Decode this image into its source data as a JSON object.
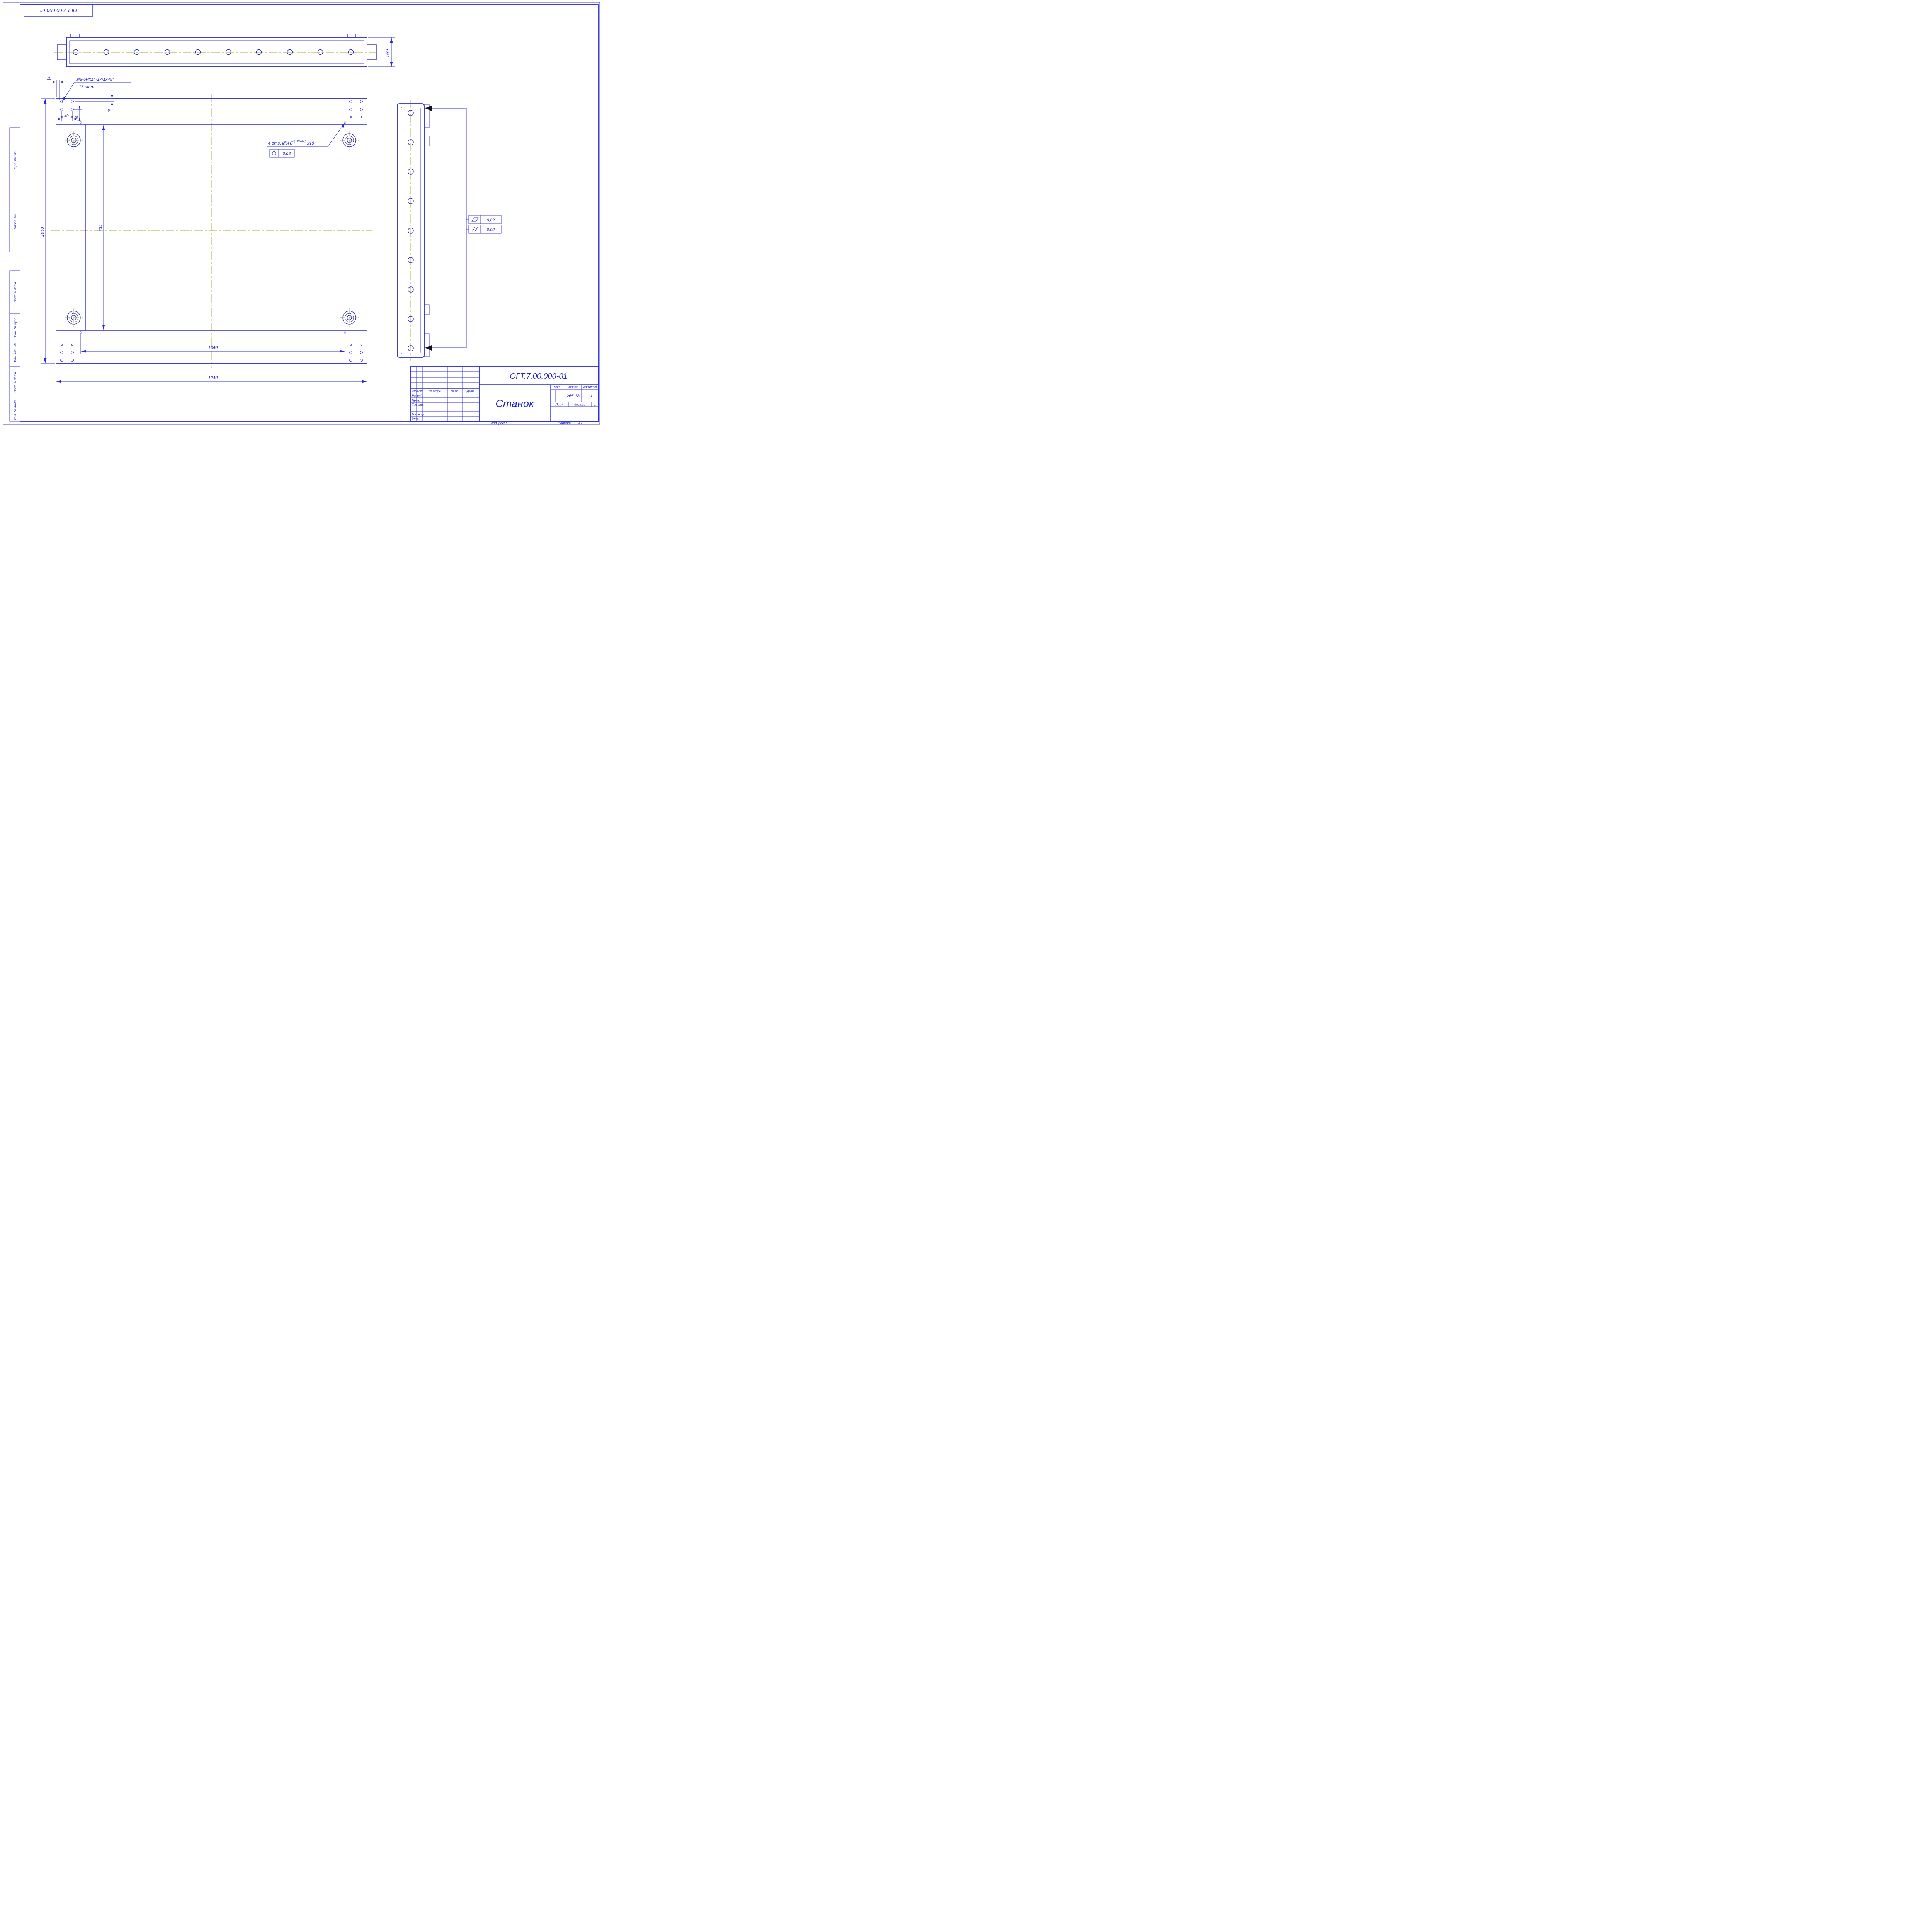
{
  "document": {
    "stamp_number": "ОГТ.7.00.000-01",
    "kopiroval": "Копировал",
    "format_label": "Формат",
    "format_value": "А2"
  },
  "side_column": {
    "items": [
      "Перв. примен.",
      "Справ. №",
      "Подп. и дата",
      "Инв. № дубл.",
      "Взам. инв. №",
      "Подп. и дата",
      "Инв. № подл."
    ]
  },
  "dimensions": {
    "top_view_height": "120*",
    "edge_offset": "10",
    "hole_col_spacing": "40",
    "hole_row_spacing": "30",
    "hole_edge_offset": "15",
    "overall_height": "1040",
    "pocket_height": "834",
    "hole_span": "1040",
    "overall_width": "1240"
  },
  "annotations": {
    "thread_note": "M8-6Hx14-17/1x45°",
    "thread_count": "16 отв.",
    "hole_note": "4 отв. Ø6H7",
    "hole_note_tol": "(+0,012)",
    "hole_note_depth": "х10",
    "position_tolerance": "0,03",
    "flatness_tolerance": "0,02",
    "parallelism_tolerance": "0,02"
  },
  "title_block": {
    "doc_number": "ОГТ.7.00.000-01",
    "part_name": "Станок",
    "lit_label": "Лит.",
    "mass_label": "Масса",
    "scale_label": "Масштаб",
    "mass_value": "265,38",
    "scale_value": "1:1",
    "sheet_label": "Лист",
    "sheets_label": "Листов",
    "sheets_value": "1",
    "col_izm": "Изм.",
    "col_list": "Лист",
    "col_doc": "№ докум.",
    "col_podp": "Подп.",
    "col_data": "Дата",
    "row_razrab": "Разраб.",
    "row_prov": "Пров.",
    "row_tkontr": "Т.контр.",
    "row_nkontr": "Н.контр.",
    "row_utv": "Утв."
  }
}
